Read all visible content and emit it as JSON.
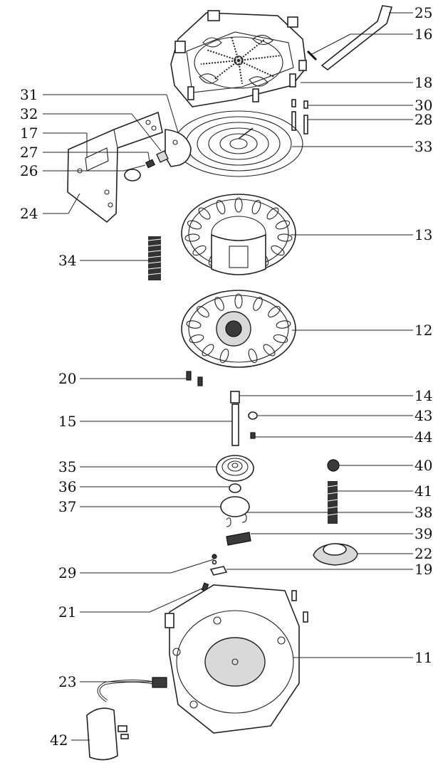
{
  "labels": {
    "l25": "25",
    "l16": "16",
    "l18": "18",
    "l30": "30",
    "l28": "28",
    "l33": "33",
    "l31": "31",
    "l32": "32",
    "l17": "17",
    "l27": "27",
    "l26": "26",
    "l24": "24",
    "l13": "13",
    "l34": "34",
    "l12": "12",
    "l20": "20",
    "l14": "14",
    "l15": "15",
    "l43": "43",
    "l44": "44",
    "l35": "35",
    "l40": "40",
    "l36": "36",
    "l41": "41",
    "l37": "37",
    "l38": "38",
    "l39": "39",
    "l22": "22",
    "l29": "29",
    "l19": "19",
    "l21": "21",
    "l11": "11",
    "l23": "23",
    "l42": "42"
  }
}
